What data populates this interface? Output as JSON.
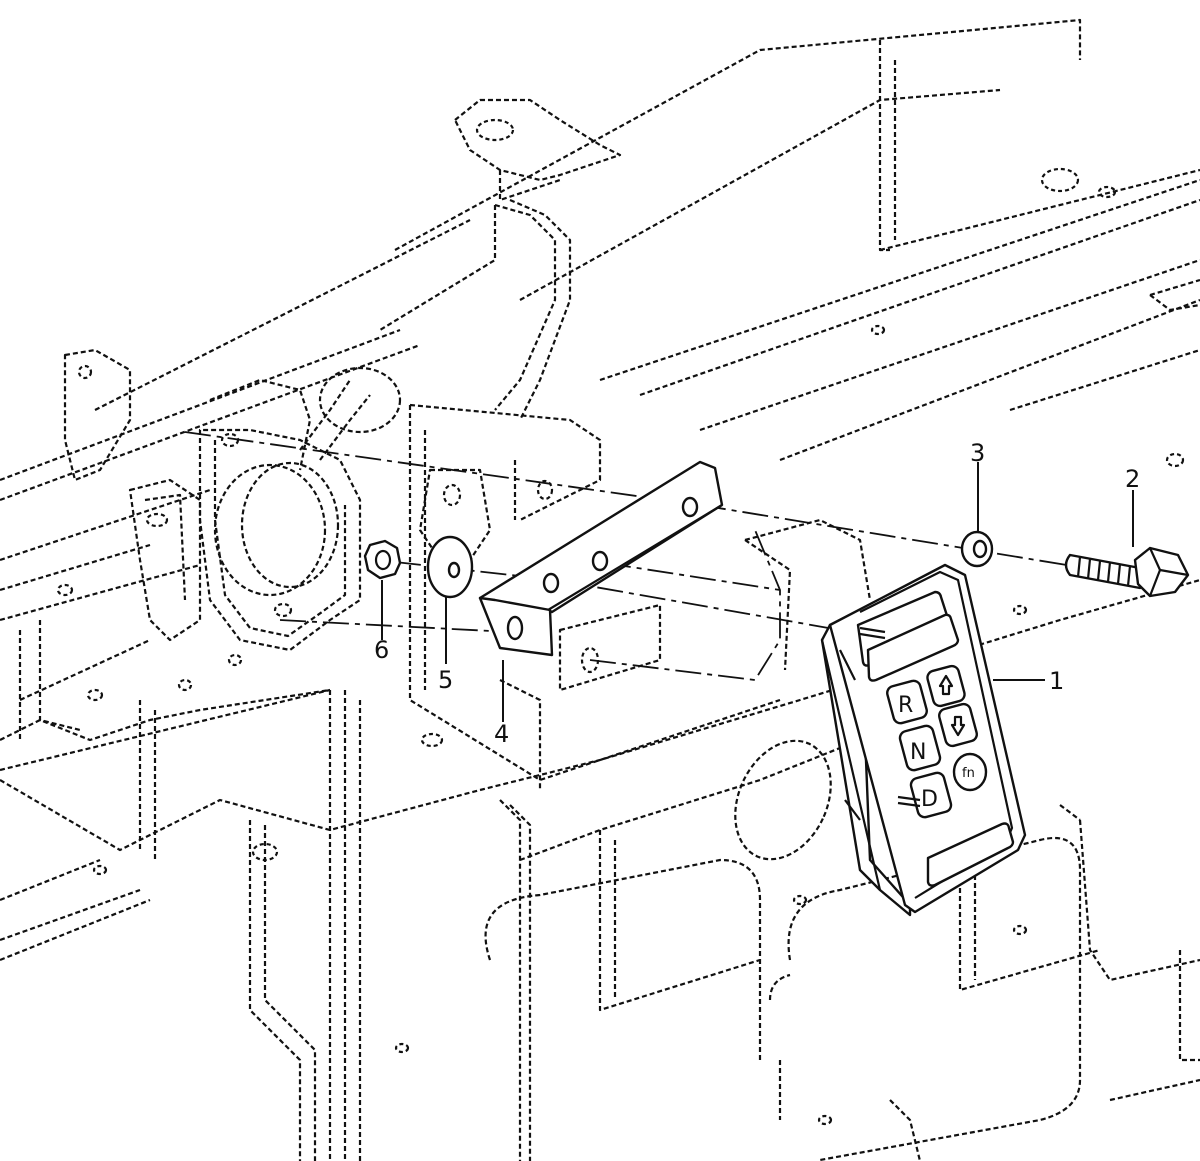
{
  "callouts": [
    {
      "id": "1",
      "label": "1"
    },
    {
      "id": "2",
      "label": "2"
    },
    {
      "id": "3",
      "label": "3"
    },
    {
      "id": "4",
      "label": "4"
    },
    {
      "id": "5",
      "label": "5"
    },
    {
      "id": "6",
      "label": "6"
    }
  ],
  "keypad": {
    "buttons": {
      "reverse": "R",
      "neutral": "N",
      "drive": "D",
      "function": "fn"
    }
  }
}
